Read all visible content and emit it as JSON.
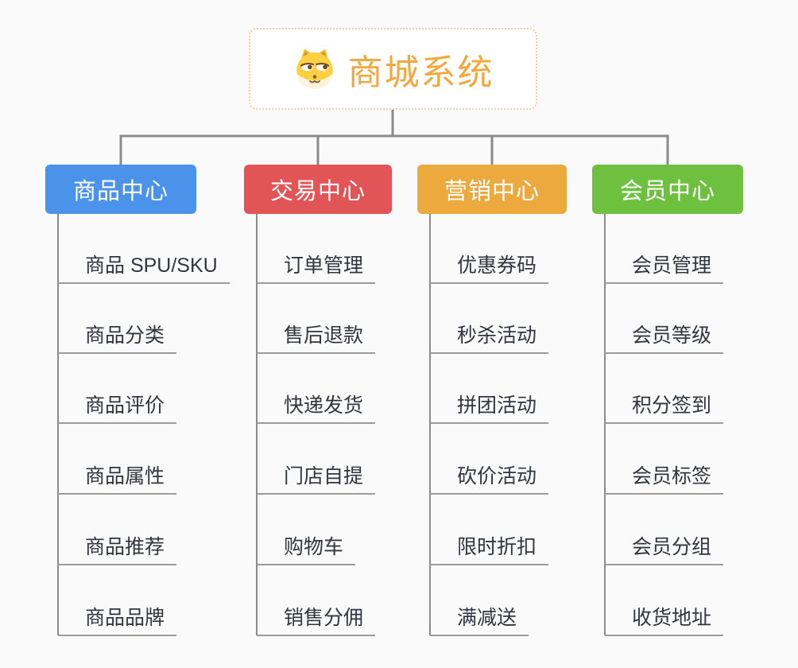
{
  "root": {
    "title": "商城系统",
    "icon": "dog-face-icon",
    "title_color": "#F3A73C",
    "border_color": "#F6CF96"
  },
  "connector_color": "#8B8B8B",
  "underline_color": "#9B9B9B",
  "branches": [
    {
      "id": "product-center",
      "label": "商品中心",
      "color": "#4B93EA",
      "children": [
        "商品 SPU/SKU",
        "商品分类",
        "商品评价",
        "商品属性",
        "商品推荐",
        "商品品牌"
      ]
    },
    {
      "id": "trade-center",
      "label": "交易中心",
      "color": "#E15556",
      "children": [
        "订单管理",
        "售后退款",
        "快递发货",
        "门店自提",
        "购物车",
        "销售分佣"
      ]
    },
    {
      "id": "marketing-center",
      "label": "营销中心",
      "color": "#ECAA3E",
      "children": [
        "优惠券码",
        "秒杀活动",
        "拼团活动",
        "砍价活动",
        "限时折扣",
        "满减送"
      ]
    },
    {
      "id": "member-center",
      "label": "会员中心",
      "color": "#6EC13E",
      "children": [
        "会员管理",
        "会员等级",
        "积分签到",
        "会员标签",
        "会员分组",
        "收货地址"
      ]
    }
  ]
}
